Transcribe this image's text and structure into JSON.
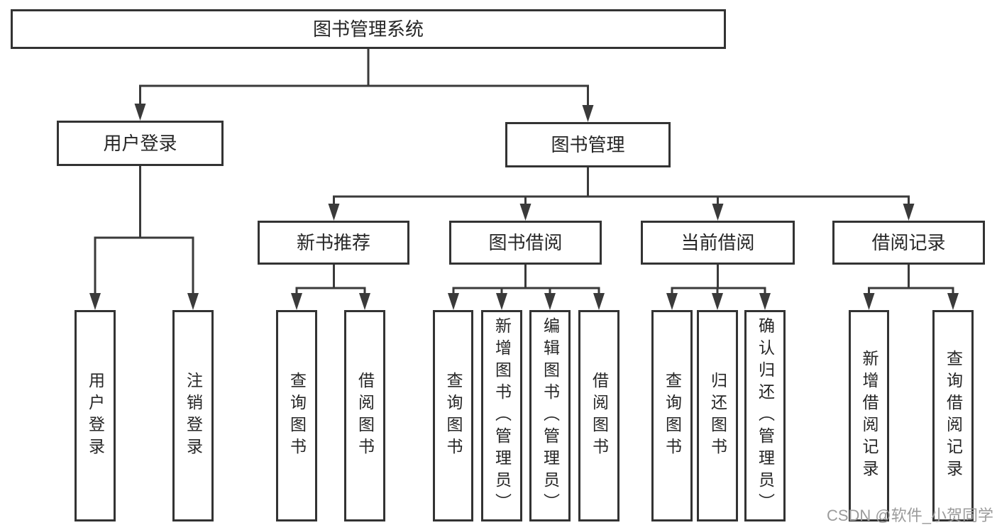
{
  "diagram_type": "hierarchy-tree",
  "colors": {
    "line": "#3a3a3a",
    "border": "#333333",
    "text": "#262626",
    "watermark": "#9b9b9b",
    "bg": "#ffffff"
  },
  "tree": {
    "label": "图书管理系统",
    "children": [
      {
        "label": "用户登录",
        "children": [
          {
            "label": "用户登录"
          },
          {
            "label": "注销登录"
          }
        ]
      },
      {
        "label": "图书管理",
        "children": [
          {
            "label": "新书推荐",
            "children": [
              {
                "label": "查询图书"
              },
              {
                "label": "借阅图书"
              }
            ]
          },
          {
            "label": "图书借阅",
            "children": [
              {
                "label": "查询图书"
              },
              {
                "label": "新增图书（管理员）"
              },
              {
                "label": "编辑图书（管理员）"
              },
              {
                "label": "借阅图书"
              }
            ]
          },
          {
            "label": "当前借阅",
            "children": [
              {
                "label": "查询图书"
              },
              {
                "label": "归还图书"
              },
              {
                "label": "确认归还（管理员）"
              }
            ]
          },
          {
            "label": "借阅记录",
            "children": [
              {
                "label": "新增借阅记录"
              },
              {
                "label": "查询借阅记录"
              }
            ]
          }
        ]
      }
    ]
  },
  "watermark": {
    "text": "CSDN @软件_小贺同学"
  }
}
